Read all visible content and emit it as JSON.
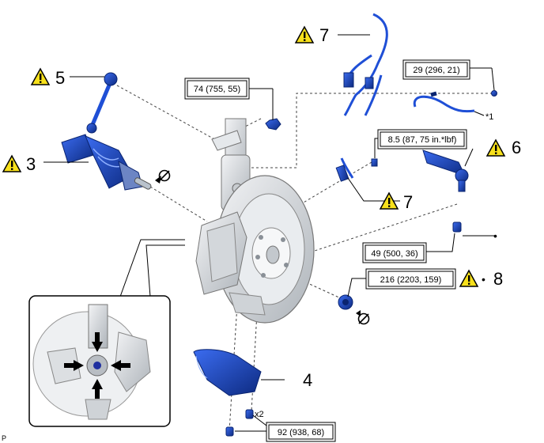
{
  "torque_specs": {
    "knuckle_bolt": "74 (755, 55)",
    "sensor_bolt": "29 (296, 21)",
    "hose_bracket": "8.5 (87, 75 in.*lbf)",
    "tie_rod_nut": "49 (500, 36)",
    "axle_nut": "216 (2203, 159)",
    "lower_arm_bolt": "92 (938, 68)"
  },
  "callouts": {
    "n3": "3",
    "n4": "4",
    "n5": "5",
    "n6": "6",
    "n7a": "7",
    "n7b": "7",
    "n8": "8",
    "star1": "*1",
    "x2": "x2",
    "bullet_a": "•",
    "bullet_b": "•",
    "corner_p": "P"
  },
  "icons": {
    "warning": "caution-triangle-icon",
    "no_reuse": "do-not-reuse-icon",
    "arrow": "force-arrow-icon"
  },
  "colors": {
    "part_blue": "#1f4fd6",
    "part_dark": "#10308f",
    "warning_yellow": "#f7e01b",
    "gray_part": "#d9dde1",
    "line": "#333333"
  }
}
